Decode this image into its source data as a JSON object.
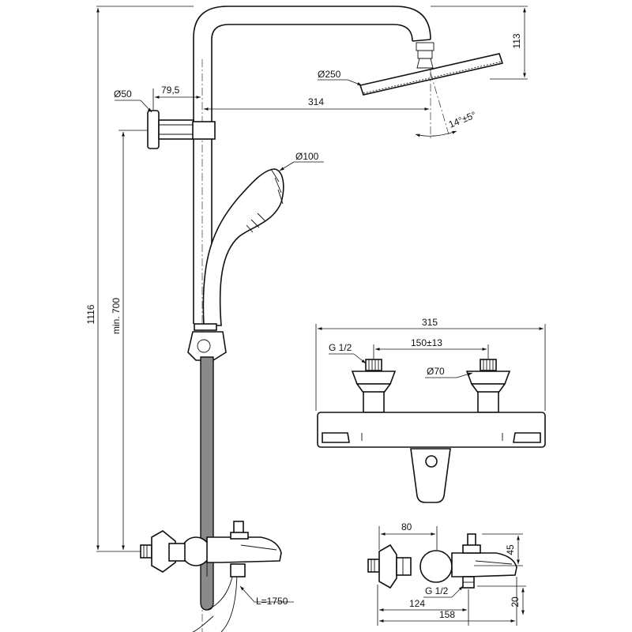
{
  "labels": {
    "overall_height": "1116",
    "min_height": "min. 700",
    "wall_bracket_dia": "Ø50",
    "wall_bracket_dist": "79,5",
    "overhead_reach": "314",
    "overhead_dia": "Ø250",
    "overhead_drop": "113",
    "tilt": "14°±5°",
    "handshower_dia": "Ø100",
    "hose_length": "L=1750",
    "mixer_width": "315",
    "inlet_spacing": "150±13",
    "inlet_thread": "G 1/2",
    "escutcheon_dia": "Ø70",
    "side_depth_a": "80",
    "side_height_top": "45",
    "side_thread": "G 1/2",
    "side_depth_b": "124",
    "side_depth_c": "158",
    "side_height_bottom": "20"
  }
}
